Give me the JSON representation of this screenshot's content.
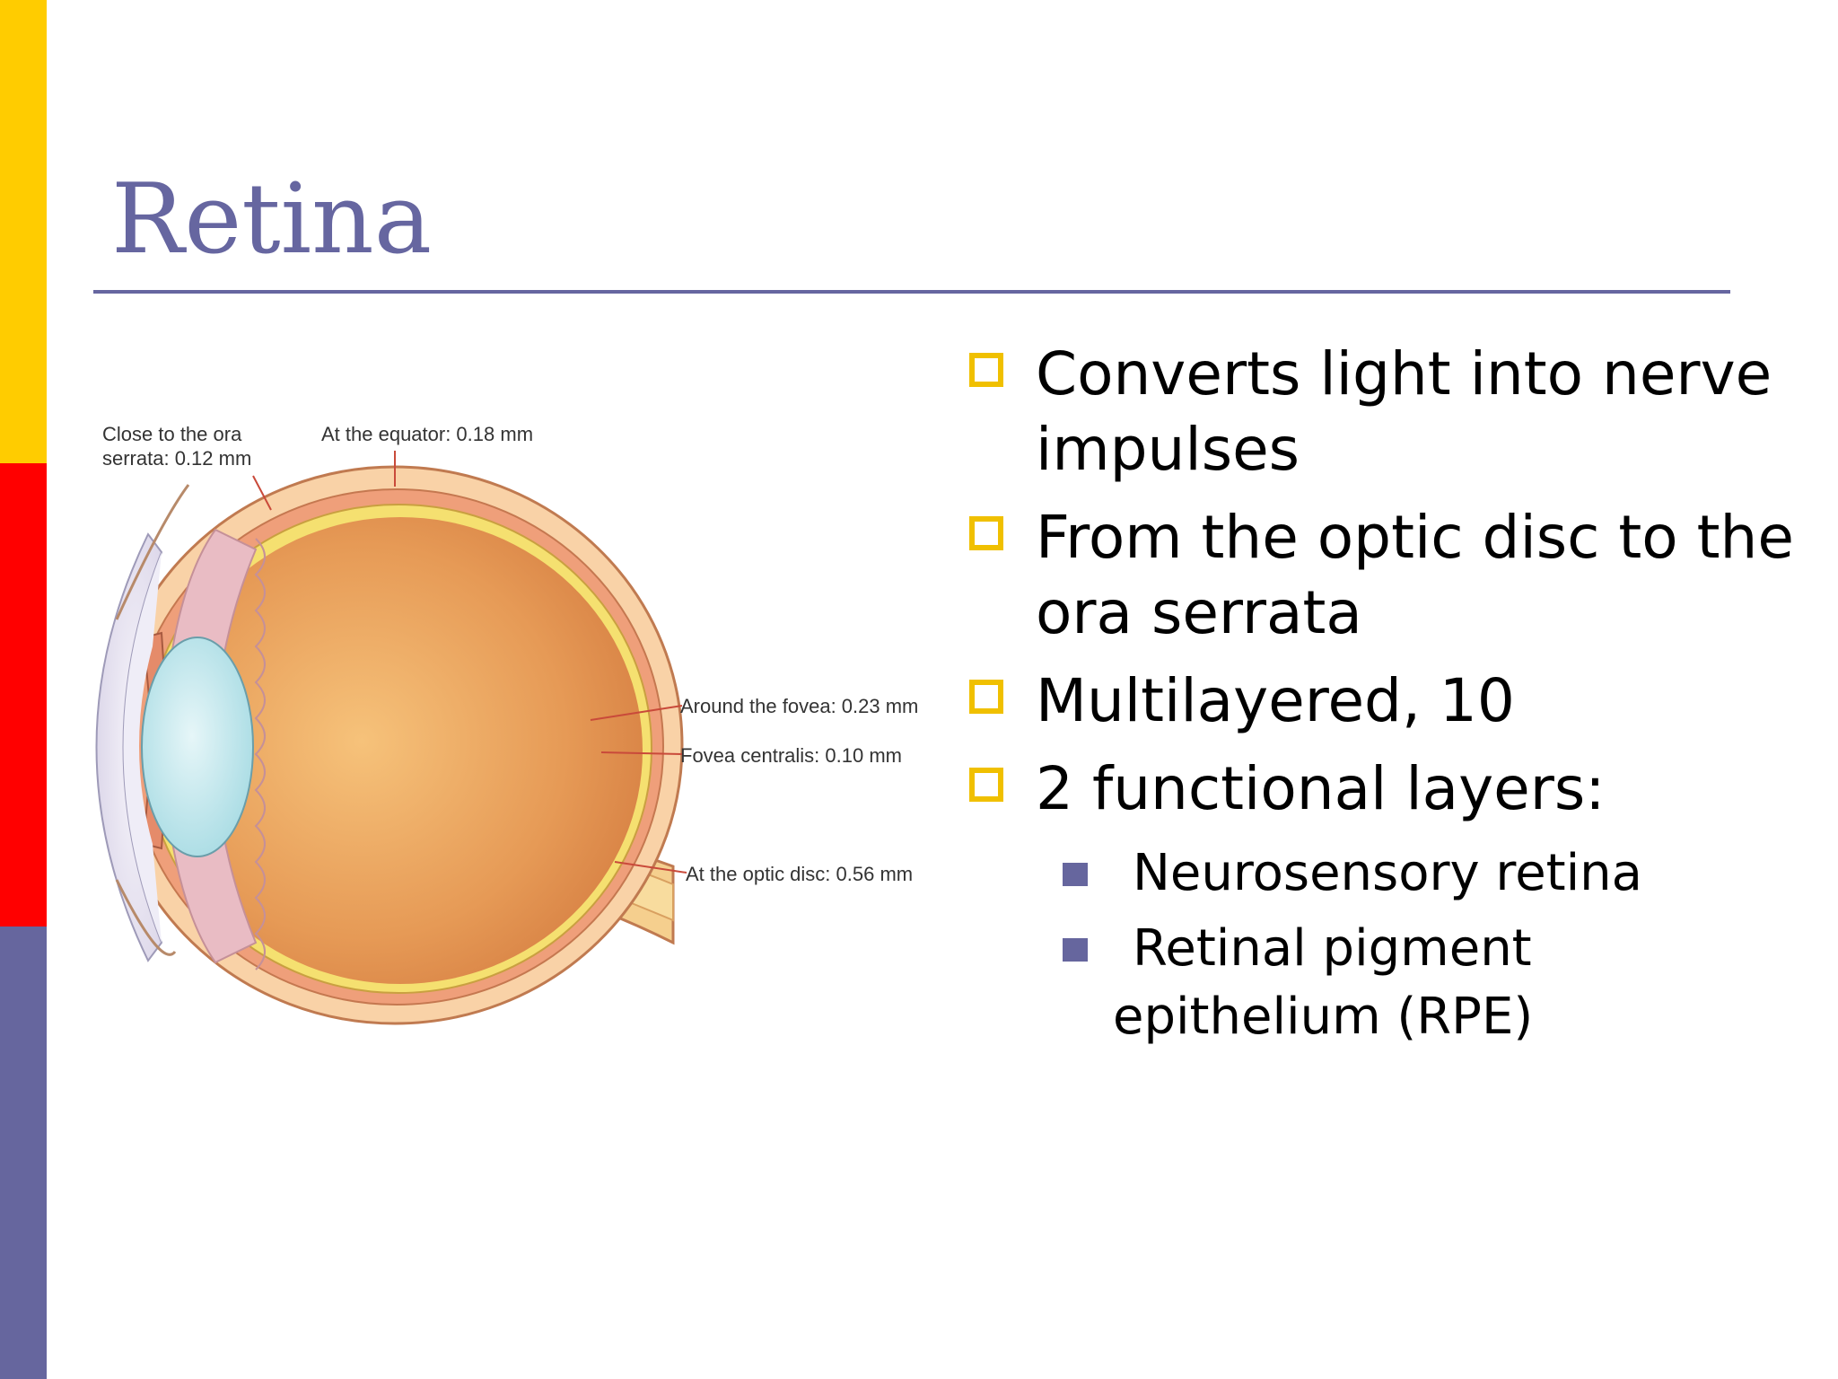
{
  "colors": {
    "accent": "#6666a0",
    "bar_yellow": "#ffcc00",
    "bar_red": "#ff0000",
    "bar_purple": "#66669e",
    "bullet_yellow": "#f0c000",
    "sub_bullet": "#66669e"
  },
  "slide": {
    "title": "Retina",
    "bullets": [
      {
        "text": "Converts light into nerve impulses"
      },
      {
        "text": "From the optic disc to the ora serrata"
      },
      {
        "text": "Multilayered, 10"
      },
      {
        "text": "2 functional layers:"
      }
    ],
    "sub_bullets": [
      {
        "line1": "Neurosensory retina",
        "line2": ""
      },
      {
        "line1": "Retinal pigment",
        "line2": "epithelium (RPE)"
      }
    ]
  },
  "diagram": {
    "labels": {
      "ora_serrata_line1": "Close to the ora",
      "ora_serrata_line2": "serrata: 0.12 mm",
      "equator": "At the equator: 0.18 mm",
      "around_fovea": "Around the fovea: 0.23 mm",
      "fovea_centralis": "Fovea centralis: 0.10 mm",
      "optic_disc": "At the optic disc: 0.56 mm"
    }
  }
}
